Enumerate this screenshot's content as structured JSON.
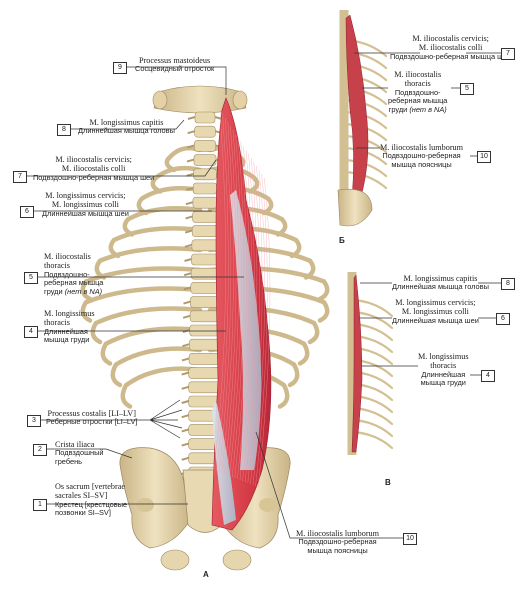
{
  "figures": {
    "a": "А",
    "b": "Б",
    "v": "В"
  },
  "labels": [
    {
      "n": "9",
      "la": [
        "Processus mastoideus"
      ],
      "ru": [
        "Сосцевидный отросток"
      ]
    },
    {
      "n": "8",
      "la": [
        "M. longissimus capitis"
      ],
      "ru": [
        "Длиннейшая мышца головы"
      ]
    },
    {
      "n": "7",
      "la": [
        "M. iliocostalis cervicis;",
        "M. iliocostalis colli"
      ],
      "ru": [
        "Подвздошно-реберная мышца шеи"
      ]
    },
    {
      "n": "6",
      "la": [
        "M. longissimus cervicis;",
        "M. longissimus colli"
      ],
      "ru": [
        "Длиннейшая мышца шеи"
      ]
    },
    {
      "n": "5",
      "la": [
        "M. iliocostalis",
        "thoracis"
      ],
      "ru": [
        "Подвздошно-",
        "реберная мышца"
      ],
      "ru_tail": "груди",
      "note": "(нет в NA)"
    },
    {
      "n": "4",
      "la": [
        "M. longissimus",
        "thoracis"
      ],
      "ru": [
        "Длиннейшая",
        "мышца груди"
      ]
    },
    {
      "n": "3",
      "la": [
        "Processus costalis [LI–LV]"
      ],
      "ru": [
        "Реберные отростки [LI–LV]"
      ]
    },
    {
      "n": "2",
      "la": [
        "Crista iliaca"
      ],
      "ru": [
        "Подвздошный",
        "гребень"
      ]
    },
    {
      "n": "1",
      "la": [
        "Os sacrum [vertebrae",
        "sacrales SI–SV]"
      ],
      "ru": [
        "Крестец [крестцовые",
        "позвонки SI–SV]"
      ]
    },
    {
      "n": "10",
      "la": [
        "M. iliocostalis lumborum"
      ],
      "ru": [
        "Подвздошно-реберная",
        "мышца поясницы"
      ]
    }
  ],
  "labels_b": [
    {
      "n": "7",
      "la": [
        "M. iliocostalis cervicis;",
        "M. iliocostalis colli"
      ],
      "ru": [
        "Подвздошно-реберная мышца шеи"
      ]
    },
    {
      "n": "5",
      "la": [
        "M. iliocostalis",
        "thoracis"
      ],
      "ru": [
        "Подвздошно-",
        "реберная мышца"
      ],
      "ru_tail": "груди",
      "note": "(нет в NA)"
    },
    {
      "n": "10",
      "la": [
        "M. iliocostalis lumborum"
      ],
      "ru": [
        "Подвздошно-реберная",
        "мышца поясницы"
      ]
    }
  ],
  "labels_v": [
    {
      "n": "8",
      "la": [
        "M. longissimus capitis"
      ],
      "ru": [
        "Длиннейшая мышца головы"
      ]
    },
    {
      "n": "6",
      "la": [
        "M. longissimus cervicis;",
        "M. longissimus colli"
      ],
      "ru": [
        "Длиннейшая мышца шеи"
      ]
    },
    {
      "n": "4",
      "la": [
        "M. longissimus",
        "thoracis"
      ],
      "ru": [
        "Длиннейшая",
        "мышца груди"
      ]
    }
  ],
  "colors": {
    "bone": "#e6d6ae",
    "bone_dark": "#b8a274",
    "muscle": "#d9404a",
    "muscle_light": "#ee8a8e",
    "tendon": "#b9c8d8",
    "line": "#333333"
  }
}
